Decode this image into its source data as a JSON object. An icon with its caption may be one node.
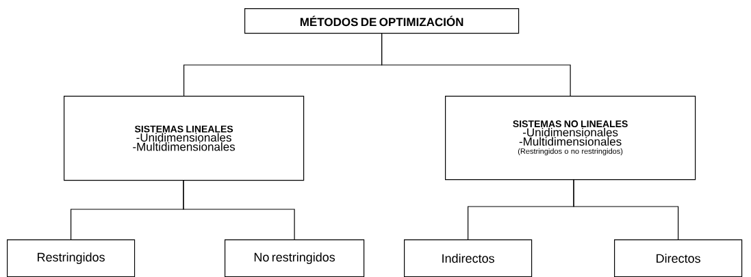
{
  "diagram": {
    "nodes": [
      {
        "text": [
          "MÉTODOS DE OPTIMIZACIÓN"
        ]
      },
      {
        "text": [
          "SISTEMAS LINEALES",
          "-Unidimensionales",
          "-Multidimensionales"
        ]
      },
      {
        "text": [
          "SISTEMAS NO LINEALES",
          "-Unidimensionales",
          "-Multidimensionales",
          "(Restringidos o no restringidos)"
        ]
      },
      {
        "text": [
          "Restringidos"
        ]
      },
      {
        "text": [
          "No restringidos"
        ]
      },
      {
        "text": [
          "Indirectos"
        ]
      },
      {
        "text": [
          "Directos"
        ]
      }
    ],
    "edges": [
      {
        "from": 0,
        "to": 1,
        "arrow": "none"
      },
      {
        "from": 0,
        "to": 2,
        "arrow": "none"
      },
      {
        "from": 1,
        "to": 3,
        "arrow": "none"
      },
      {
        "from": 1,
        "to": 4,
        "arrow": "none"
      },
      {
        "from": 2,
        "to": 5,
        "arrow": "none"
      },
      {
        "from": 2,
        "to": 6,
        "arrow": "none"
      }
    ]
  }
}
